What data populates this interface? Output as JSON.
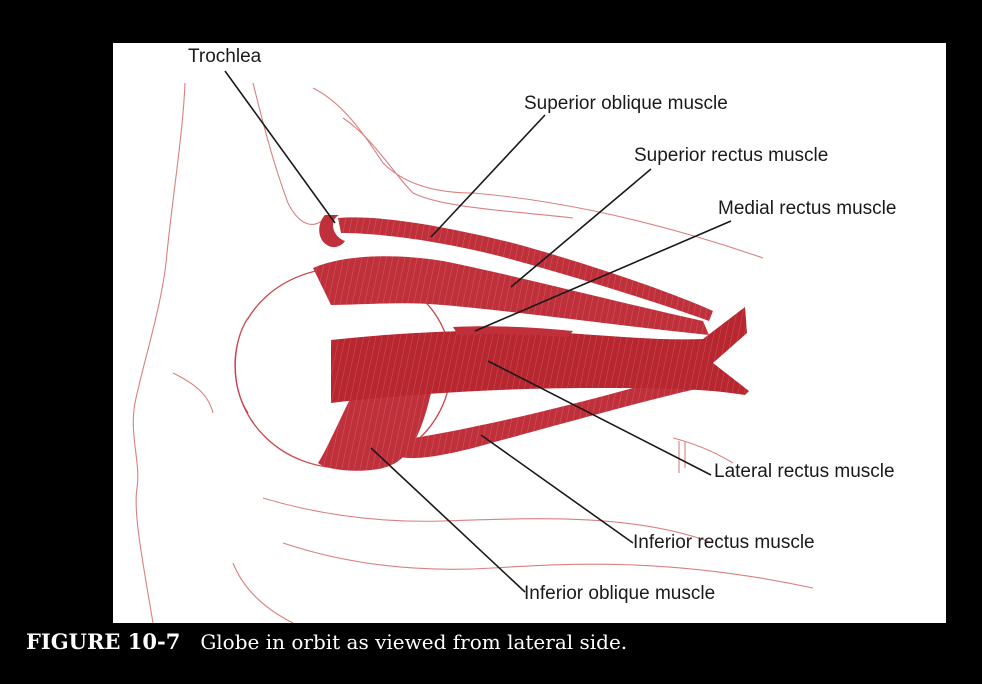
{
  "labels": {
    "trochlea": "Trochlea",
    "superior_oblique": "Superior oblique muscle",
    "superior_rectus": "Superior rectus muscle",
    "medial_rectus": "Medial rectus muscle",
    "lateral_rectus": "Lateral rectus muscle",
    "inferior_rectus": "Inferior rectus muscle",
    "inferior_oblique": "Inferior oblique muscle"
  },
  "caption": {
    "number": "FIGURE 10-7",
    "text": "Globe in orbit as viewed from lateral side."
  },
  "colors": {
    "background": "#000000",
    "panel": "#ffffff",
    "muscle": "#c0303b",
    "muscle_dark": "#a8232e",
    "sketch": "#d98080",
    "caption_text": "#ffffff"
  }
}
